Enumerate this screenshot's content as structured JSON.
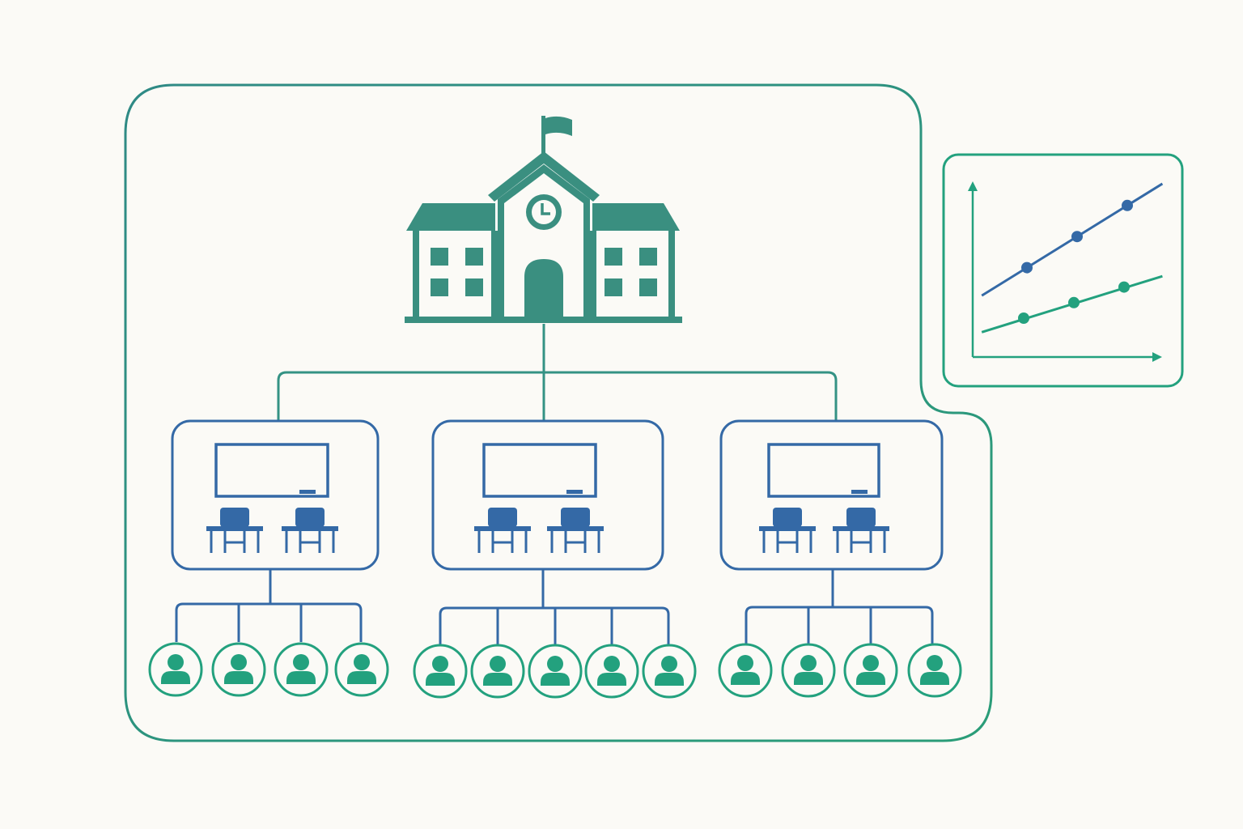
{
  "colors": {
    "background": "#fbfaf6",
    "teal": "#3a8f80",
    "blue": "#3469a6",
    "green": "#23a17e",
    "frame_gradient": [
      "#2f8a85",
      "#2a9d78"
    ]
  },
  "icons": {
    "school": "school-building-icon",
    "classroom": "classroom-icon",
    "student": "student-icon",
    "chart": "line-chart-icon"
  },
  "structure": {
    "classroom_count": 3,
    "students_per_classroom": [
      4,
      5,
      4
    ]
  },
  "chart_data": {
    "type": "line",
    "title": "",
    "xlabel": "",
    "ylabel": "",
    "axis_labels": false,
    "series": [
      {
        "color": "#3469a6",
        "points": [
          [
            1,
            4.6
          ],
          [
            2,
            6.2
          ],
          [
            3,
            7.8
          ]
        ]
      },
      {
        "color": "#23a17e",
        "points": [
          [
            1,
            2.0
          ],
          [
            2,
            2.8
          ],
          [
            3,
            3.6
          ]
        ]
      }
    ]
  }
}
